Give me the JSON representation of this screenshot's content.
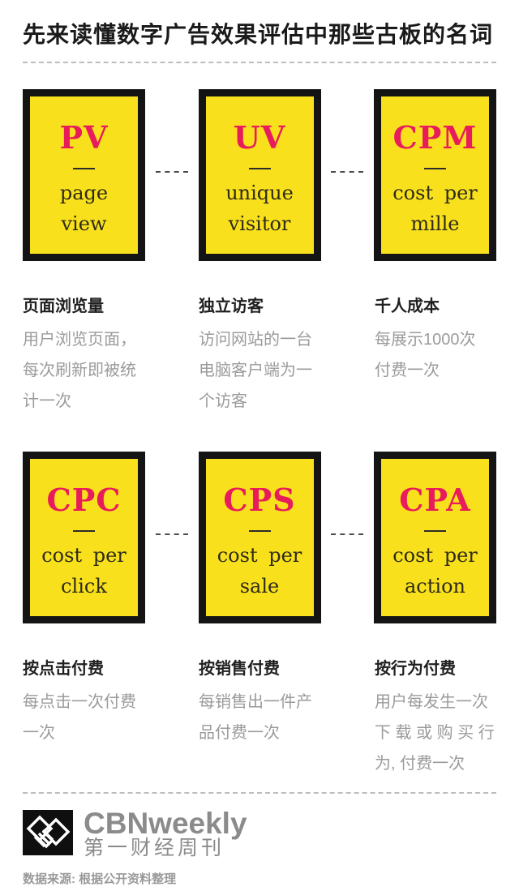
{
  "title": "先来读懂数字广告效果评估中那些古板的名词",
  "colors": {
    "card_yellow": "#F8E11C",
    "card_border_black": "#141414",
    "abbr_pink": "#E81B5C",
    "desc_gray": "#9B9B9B",
    "footer_gray": "#8B8B8B"
  },
  "terms": [
    {
      "abbr": "PV",
      "full": "page\nview",
      "name": "页面浏览量",
      "desc": "用户浏览页面，\n每次刷新即被统\n计一次"
    },
    {
      "abbr": "UV",
      "full": "unique\nvisitor",
      "name": "独立访客",
      "desc": "访问网站的一台\n电脑客户端为一\n个访客"
    },
    {
      "abbr": "CPM",
      "full": "cost per\nmille",
      "name": "千人成本",
      "desc": "每展示1000次\n付费一次"
    },
    {
      "abbr": "CPC",
      "full": "cost per\nclick",
      "name": "按点击付费",
      "desc": "每点击一次付费\n一次"
    },
    {
      "abbr": "CPS",
      "full": "cost per\nsale",
      "name": "按销售付费",
      "desc": "每销售出一件产\n品付费一次"
    },
    {
      "abbr": "CPA",
      "full": "cost per\naction",
      "name": "按行为付费",
      "desc": "用户每发生一次\n下 载 或 购 买 行\n为, 付费一次"
    }
  ],
  "footer": {
    "brand": "CBNweekly",
    "brand_cn": "第一财经周刊",
    "source": "数据来源: 根据公开资料整理",
    "logo_icon": "cbn-diamond-knot-icon"
  }
}
